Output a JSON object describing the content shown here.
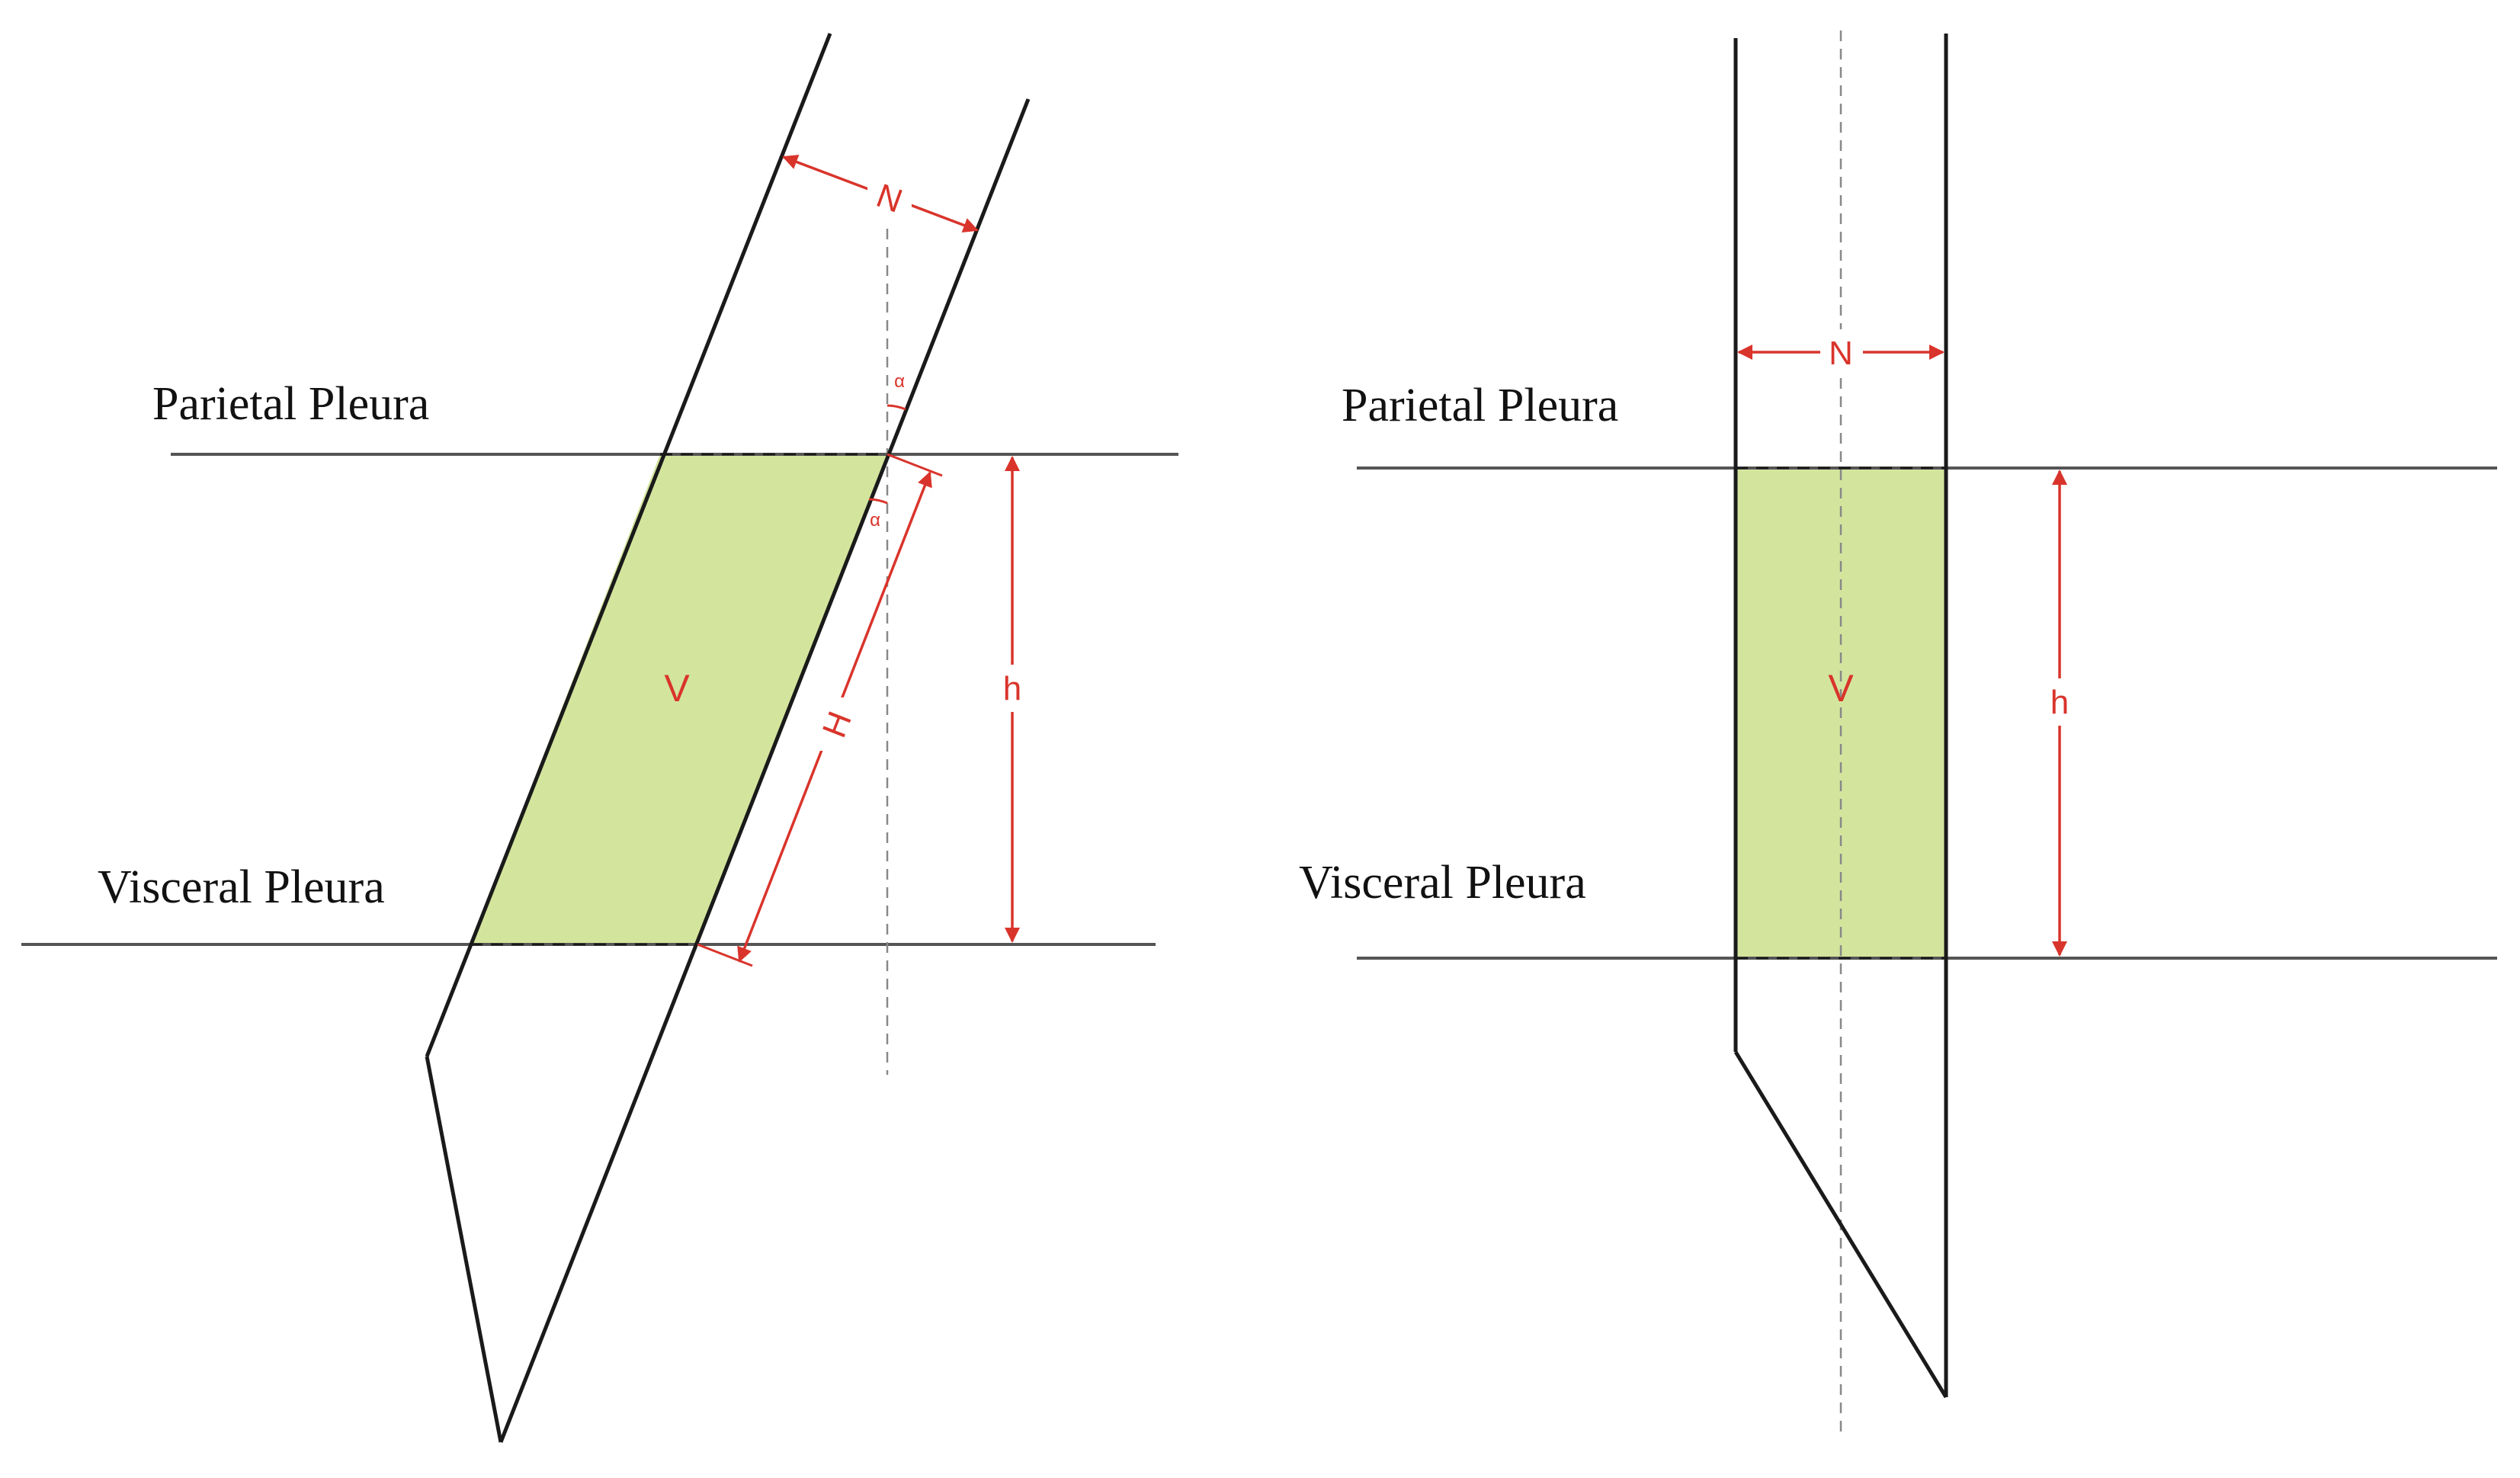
{
  "colors": {
    "outline": "#1a1a1a",
    "plane": "#555555",
    "annotation": "#d9342b",
    "fill": "#d3e59d",
    "axis": "#888888"
  },
  "left_panel": {
    "parietal_label": "Parietal Pleura",
    "visceral_label": "Visceral Pleura",
    "needle_width_label": "N",
    "needle_length_label": "H",
    "depth_label": "h",
    "volume_label": "V",
    "angle_top_label": "α",
    "angle_bottom_label": "α"
  },
  "right_panel": {
    "parietal_label": "Parietal Pleura",
    "visceral_label": "Visceral Pleura",
    "needle_width_label": "N",
    "depth_label": "h",
    "volume_label": "V"
  }
}
